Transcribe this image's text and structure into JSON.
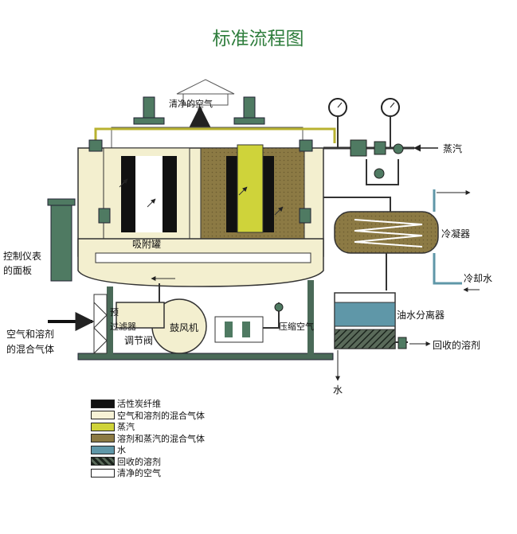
{
  "title": "标准流程图",
  "labels": {
    "clean_air_out": "清净的空气",
    "steam_in": "蒸汽",
    "adsorption_tank": "吸附罐",
    "control_panel_line1": "控制仪表",
    "control_panel_line2": "的面板",
    "condenser": "冷凝器",
    "cooling_water": "冷却水",
    "oil_water_separator": "油水分离器",
    "recovered_solvent": "回收的溶剂",
    "water": "水",
    "compressed_air": "压缩空气",
    "blower": "鼓风机",
    "pre_filter_1": "预",
    "pre_filter_2": "过滤器",
    "regulating_valve": "调节阀",
    "mixed_gas_in_line1": "空气和溶剂",
    "mixed_gas_in_line2": "的混合气体"
  },
  "legend": [
    {
      "label": "活性炭纤维",
      "color": "#111111",
      "hatch": false
    },
    {
      "label": "空气和溶剂的混合气体",
      "color": "#f7f2d6",
      "hatch": false
    },
    {
      "label": "蒸汽",
      "color": "#cfd33a",
      "hatch": false
    },
    {
      "label": "溶剂和蒸汽的混合气体",
      "color": "#8c7a44",
      "hatch": false
    },
    {
      "label": "水",
      "color": "#5f97a8",
      "hatch": false
    },
    {
      "label": "回收的溶剂",
      "color": "#3c4a3e",
      "hatch": true
    },
    {
      "label": "清净的空气",
      "color": "#ffffff",
      "hatch": false
    }
  ],
  "colors": {
    "shell": "#f3efcf",
    "steam": "#cfd33a",
    "solvent_steam": "#8c7a44",
    "fiber": "#111111",
    "water": "#5f97a8",
    "equipment_green": "#4f7a62",
    "frame": "#4a6a58",
    "title": "#2e7d3c"
  }
}
